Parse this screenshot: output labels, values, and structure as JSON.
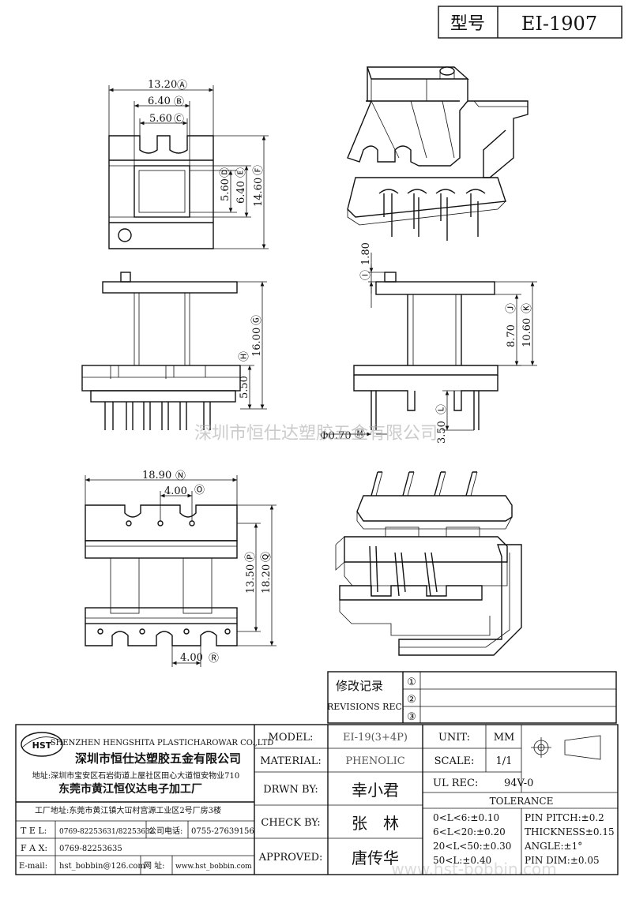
{
  "header": {
    "model_label": "型号",
    "model_value": "EI-1907"
  },
  "dims": {
    "A": "13.20",
    "A_tag": "Ⓐ",
    "B": "6.40",
    "B_tag": "Ⓑ",
    "C": "5.60",
    "C_tag": "Ⓒ",
    "D": "5.60",
    "D_tag": "Ⓓ",
    "E": "6.40",
    "E_tag": "Ⓔ",
    "F": "14.60",
    "F_tag": "Ⓕ",
    "G": "16.00",
    "G_tag": "Ⓖ",
    "H": "5.50",
    "H_tag": "Ⓗ",
    "I": "1.80",
    "I_tag": "Ⓘ",
    "J": "8.70",
    "J_tag": "Ⓙ",
    "K": "10.60",
    "K_tag": "Ⓚ",
    "L": "3.50",
    "L_tag": "Ⓛ",
    "M": "Φ0.70",
    "M_tag": "Ⓜ",
    "N": "18.90",
    "N_tag": "Ⓝ",
    "O": "4.00",
    "O_tag": "Ⓞ",
    "P": "13.50",
    "P_tag": "Ⓟ",
    "Q": "18.20",
    "Q_tag": "Ⓠ",
    "R": "4.00",
    "R_tag": "Ⓡ"
  },
  "watermark": "深圳市恒仕达塑胶五金有限公司",
  "watermark2": "www.hst-bobbin.com",
  "revisions": {
    "title_cn": "修改记录",
    "title_en": "REVISIONS REC.",
    "marks": [
      "①",
      "②",
      "③"
    ]
  },
  "company": {
    "logo_text": "HST",
    "name_en": "SHENZHEN HENGSHITA PLASTICHAROWAR CO.,LTD",
    "name_cn": "深圳市恒仕达塑胶五金有限公司",
    "address": "地址:深圳市宝安区石岩街道上屋社区田心大道恒安物业710",
    "factory_cn": "东莞市黄江恒仪达电子加工厂",
    "factory_address": "工厂地址:东莞市黄江镇大冚村宫源工业区2号厂房3楼",
    "tel_label": "T E L:",
    "tel": "0769-82253631/82253632",
    "company_tel_label": "公司电话:",
    "company_tel": "0755-27639156",
    "fax_label": "F A X:",
    "fax": "0769-82253635",
    "email_label": "E-mail:",
    "email": "hst_bobbin@126.com",
    "web_label": "网 址:",
    "web": "www.hst_bobbin.com"
  },
  "spec": {
    "model_label": "MODEL:",
    "model": "EI-19(3+4P)",
    "material_label": "MATERIAL:",
    "material": "PHENOLIC",
    "drawn_label": "DRWN BY:",
    "drawn": "幸小君",
    "check_label": "CHECK BY:",
    "check": "张　林",
    "approved_label": "APPROVED:",
    "approved": "唐传华",
    "unit_label": "UNIT:",
    "unit": "MM",
    "scale_label": "SCALE:",
    "scale": "1/1",
    "ul_label": "UL REC:",
    "ul": "94V-0",
    "tolerance_label": "TOLERANCE",
    "tol1": "0<L<6:±0.10",
    "tol2": "6<L<20:±0.20",
    "tol3": "20<L<50:±0.30",
    "tol4": "50<L:±0.40",
    "pin_pitch": "PIN PITCH:±0.2",
    "thickness": "THICKNESS±0.15",
    "angle": "ANGLE:±1°",
    "pin_dim": "PIN DIM:±0.05"
  }
}
